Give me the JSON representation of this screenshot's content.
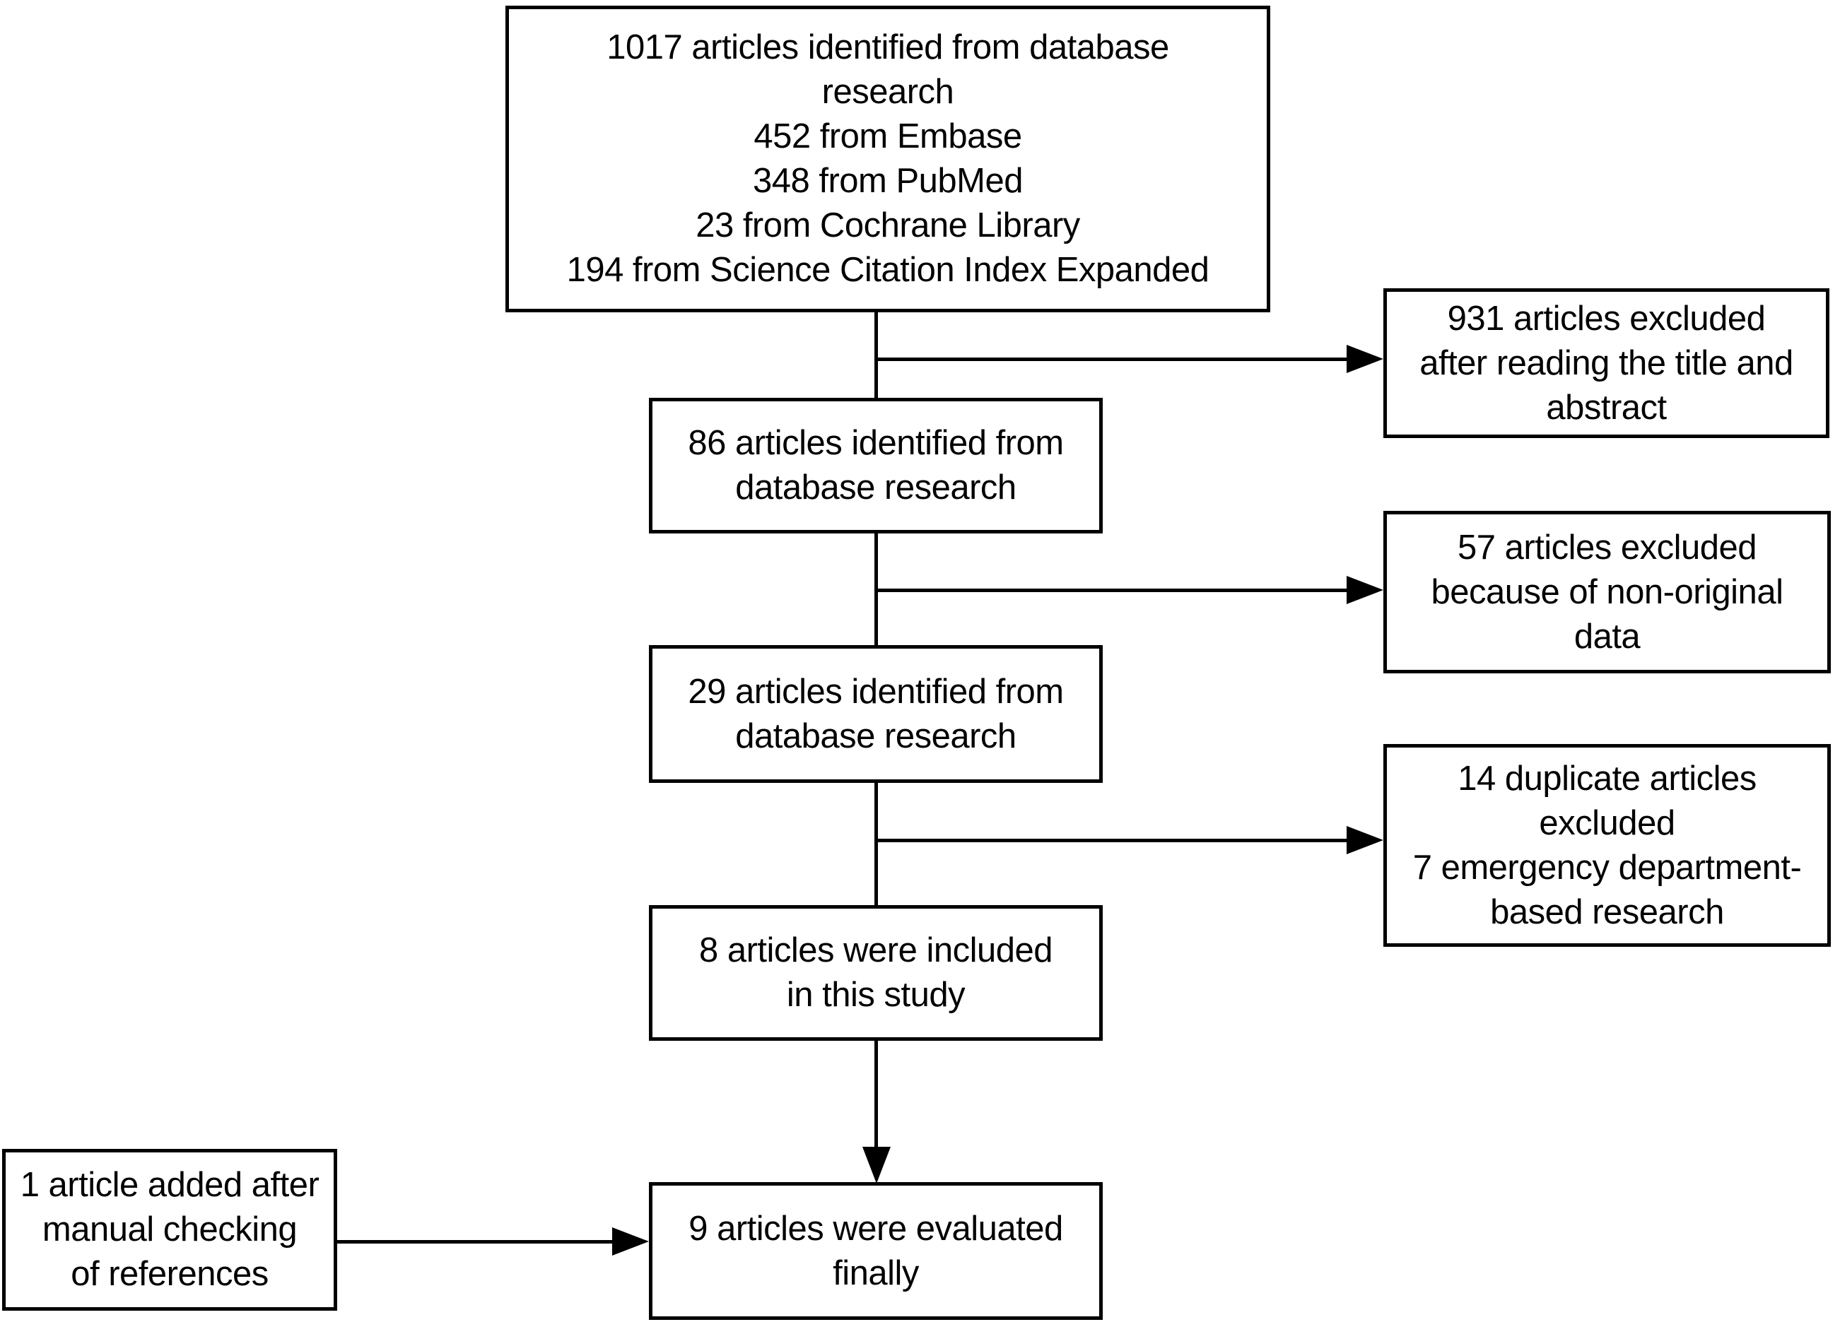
{
  "flowchart": {
    "type": "prisma-flow-diagram",
    "colors": {
      "background": "#ffffff",
      "line": "#000000",
      "text": "#000000"
    },
    "nodes": {
      "identified_1017": {
        "lines": [
          "1017 articles identified from database",
          "research",
          "452 from Embase",
          "348 from PubMed",
          "23 from Cochrane Library",
          "194 from Science Citation Index Expanded"
        ]
      },
      "excluded_931": {
        "lines": [
          "931 articles excluded",
          "after reading the title and",
          "abstract"
        ]
      },
      "identified_86": {
        "lines": [
          "86 articles identified from",
          "database research"
        ]
      },
      "excluded_57": {
        "lines": [
          "57 articles excluded",
          "because of non-original",
          "data"
        ]
      },
      "identified_29": {
        "lines": [
          "29 articles identified from",
          "database research"
        ]
      },
      "excluded_14": {
        "lines": [
          "14 duplicate articles",
          "excluded",
          "7 emergency department-",
          "based research"
        ]
      },
      "included_8": {
        "lines": [
          "8 articles were included",
          "in this study"
        ]
      },
      "added_1": {
        "lines": [
          "1 article added after",
          "manual checking",
          "of references"
        ]
      },
      "evaluated_9": {
        "lines": [
          "9 articles were evaluated",
          "finally"
        ]
      }
    },
    "edges": [
      {
        "from": "identified_1017",
        "to": "excluded_931",
        "style": "branch-right-arrow"
      },
      {
        "from": "identified_1017",
        "to": "identified_86",
        "style": "vertical-line"
      },
      {
        "from": "identified_86",
        "to": "excluded_57",
        "style": "branch-right-arrow"
      },
      {
        "from": "identified_86",
        "to": "identified_29",
        "style": "vertical-line"
      },
      {
        "from": "identified_29",
        "to": "excluded_14",
        "style": "branch-right-arrow"
      },
      {
        "from": "identified_29",
        "to": "included_8",
        "style": "vertical-line"
      },
      {
        "from": "included_8",
        "to": "evaluated_9",
        "style": "vertical-arrow-down"
      },
      {
        "from": "added_1",
        "to": "evaluated_9",
        "style": "horizontal-right-arrow"
      }
    ]
  }
}
